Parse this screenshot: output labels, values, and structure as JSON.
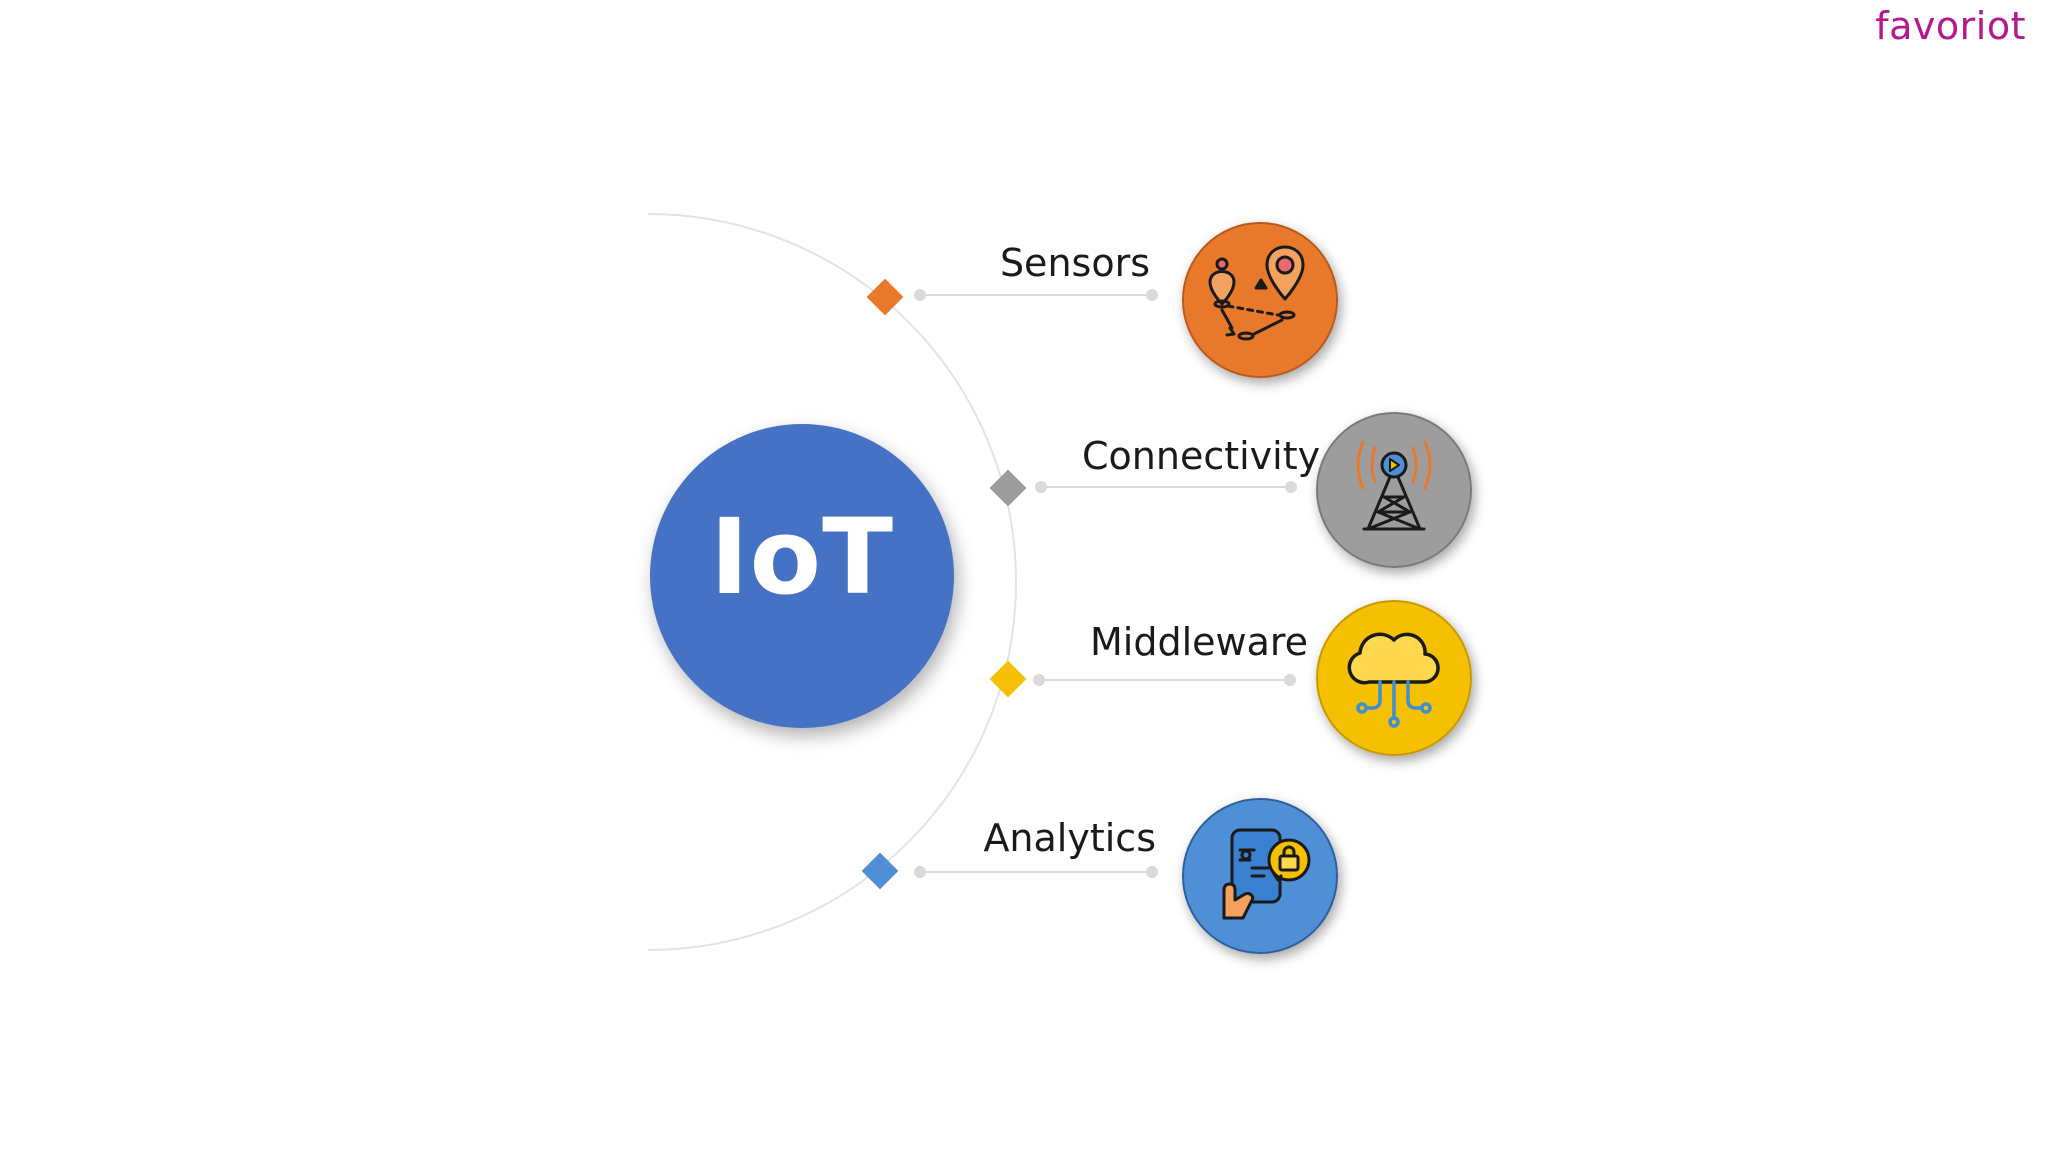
{
  "brand": {
    "logo_text": "favoriot",
    "logo_color": "#b5178f"
  },
  "hub": {
    "label": "IoT",
    "color": "#4472c4"
  },
  "components": [
    {
      "label": "Sensors",
      "color": "#e8792b",
      "icon": "location-pins-route-icon"
    },
    {
      "label": "Connectivity",
      "color": "#9d9d9d",
      "icon": "signal-tower-icon"
    },
    {
      "label": "Middleware",
      "color": "#f5c000",
      "icon": "cloud-network-icon"
    },
    {
      "label": "Analytics",
      "color": "#4f8fd6",
      "icon": "mobile-shopping-icon"
    }
  ]
}
